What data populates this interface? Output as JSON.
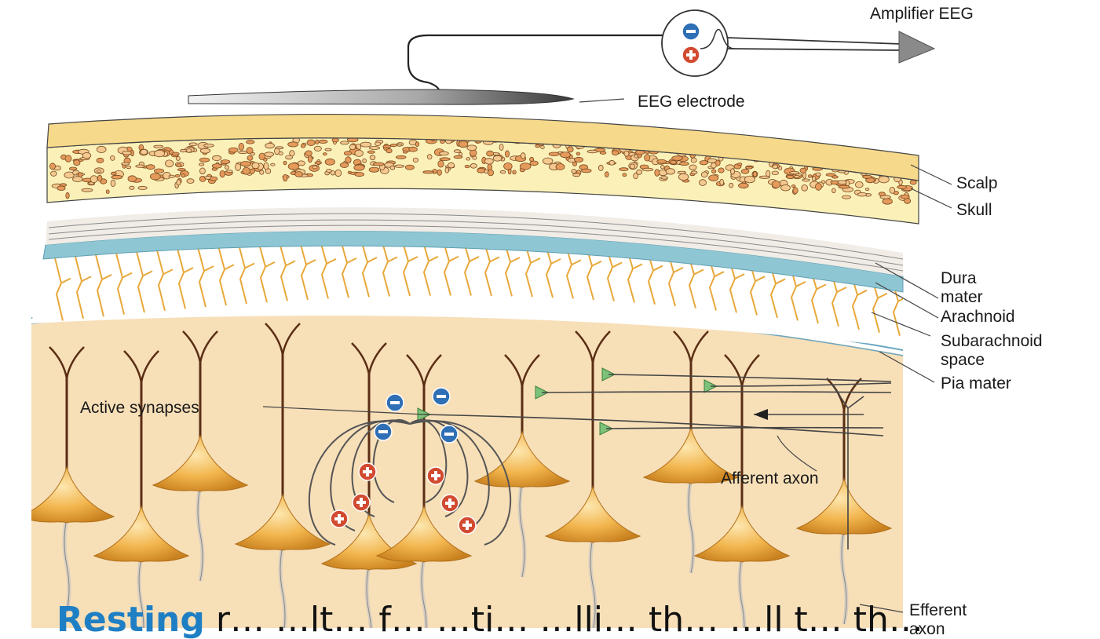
{
  "labels": {
    "amplifier": "Amplifier EEG",
    "electrode": "EEG electrode",
    "scalp": "Scalp",
    "skull": "Skull",
    "dura_line1": "Dura",
    "dura_line2": "mater",
    "arachnoid": "Arachnoid",
    "subarachnoid_line1": "Subarachnoid",
    "subarachnoid_line2": "space",
    "pia": "Pia mater",
    "active_synapses": "Active synapses",
    "afferent_axon": "Afferent axon",
    "efferent_line1": "Efferent",
    "efferent_line2": "axon"
  },
  "caption": {
    "highlight": "Resting",
    "rest": "r… …lt… f… …ti… …lli… th… …ll t… th…"
  },
  "colors": {
    "scalp": "#f6d98a",
    "skull": "#fbf1b8",
    "bone": "#e49a5a",
    "dura": "#8fc6d3",
    "cortex": "#f7dfb8",
    "neuron": "#f0b348",
    "negative_charge": "#2f6fb5",
    "positive_charge": "#d24b30",
    "caption_highlight": "#1f7fc4"
  }
}
